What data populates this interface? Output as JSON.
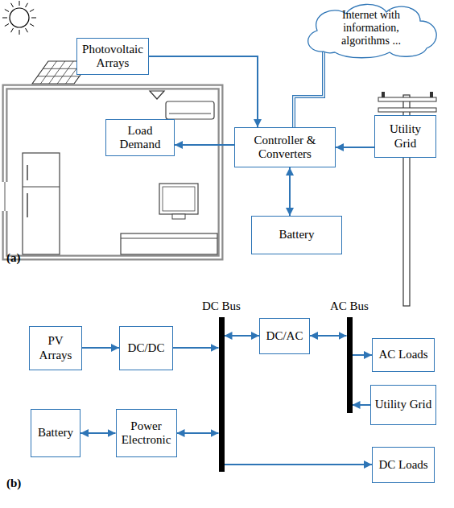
{
  "diagram": {
    "nodes": [
      {
        "text": [
          "Photovoltaic Arrays"
        ]
      },
      {
        "text": [
          "Internet with information, algorithms ..."
        ]
      },
      {
        "text": [
          "Load Demand"
        ]
      },
      {
        "text": [
          "Controller & Converters"
        ]
      },
      {
        "text": [
          "Utility Grid"
        ]
      },
      {
        "text": [
          "Battery"
        ]
      },
      {
        "text": [
          "DC Bus"
        ]
      },
      {
        "text": [
          "AC Bus"
        ]
      },
      {
        "text": [
          "PV Arrays"
        ]
      },
      {
        "text": [
          "DC/DC"
        ]
      },
      {
        "text": [
          "DC/AC"
        ]
      },
      {
        "text": [
          "AC Loads"
        ]
      },
      {
        "text": [
          "Utility Grid"
        ]
      },
      {
        "text": [
          "Battery"
        ]
      },
      {
        "text": [
          "Power Electronic"
        ]
      },
      {
        "text": [
          "DC Loads"
        ]
      }
    ],
    "edges": [
      {
        "from": 0,
        "to": 3,
        "arrow": "to"
      },
      {
        "from": 1,
        "to": 3,
        "arrow": "none"
      },
      {
        "from": 3,
        "to": 2,
        "arrow": "to"
      },
      {
        "from": 4,
        "to": 3,
        "arrow": "to"
      },
      {
        "from": 3,
        "to": 5,
        "arrow": "both"
      },
      {
        "from": 8,
        "to": 9,
        "arrow": "to"
      },
      {
        "from": 9,
        "to": 6,
        "arrow": "to"
      },
      {
        "from": 6,
        "to": 10,
        "arrow": "both"
      },
      {
        "from": 10,
        "to": 7,
        "arrow": "both"
      },
      {
        "from": 7,
        "to": 11,
        "arrow": "to"
      },
      {
        "from": 12,
        "to": 7,
        "arrow": "to"
      },
      {
        "from": 13,
        "to": 14,
        "arrow": "both"
      },
      {
        "from": 14,
        "to": 6,
        "arrow": "both"
      },
      {
        "from": 6,
        "to": 15,
        "arrow": "to"
      }
    ],
    "labels": [
      "(a)",
      "(b)"
    ]
  }
}
